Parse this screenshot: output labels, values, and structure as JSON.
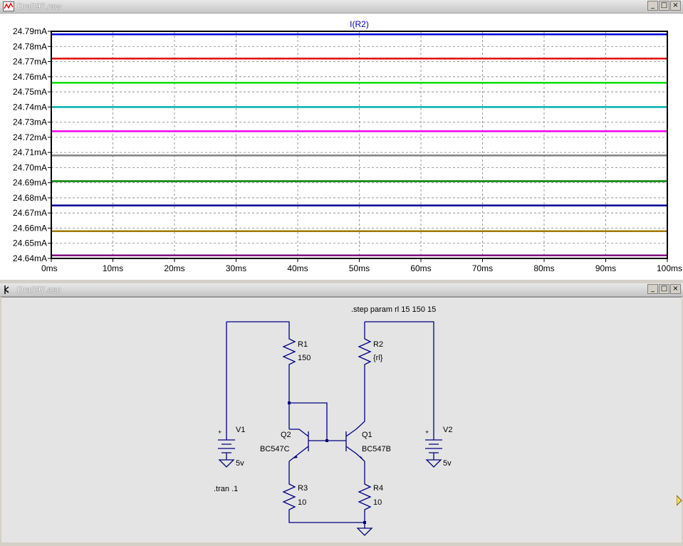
{
  "plot_window": {
    "title": "Draft97.raw",
    "buttons": [
      "_",
      "□",
      "×"
    ],
    "trace_label": "I(R2)"
  },
  "schematic_window": {
    "title": "Draft97.asc",
    "buttons": [
      "_",
      "□",
      "×"
    ],
    "step_directive": ".step param rl 15 150 15",
    "tran_directive": ".tran .1",
    "components": {
      "r1_name": "R1",
      "r1_value": "150",
      "r2_name": "R2",
      "r2_value": "{rl}",
      "r3_name": "R3",
      "r3_value": "10",
      "r4_name": "R4",
      "r4_value": "10",
      "q1_name": "Q1",
      "q1_model": "BC547B",
      "q2_name": "Q2",
      "q2_model": "BC547C",
      "v1_name": "V1",
      "v1_value": "5v",
      "v2_name": "V2",
      "v2_value": "5v",
      "plus": "+"
    }
  },
  "chart_data": {
    "type": "line",
    "title": "I(R2)",
    "title_color": "#0000c0",
    "x_ticks": [
      "0ms",
      "10ms",
      "20ms",
      "30ms",
      "40ms",
      "50ms",
      "60ms",
      "70ms",
      "80ms",
      "90ms",
      "100ms"
    ],
    "y_ticks": [
      "24.79mA",
      "24.78mA",
      "24.77mA",
      "24.76mA",
      "24.75mA",
      "24.74mA",
      "24.73mA",
      "24.72mA",
      "24.71mA",
      "24.70mA",
      "24.69mA",
      "24.68mA",
      "24.67mA",
      "24.66mA",
      "24.65mA",
      "24.64mA"
    ],
    "xlim": [
      0,
      100
    ],
    "ylim": [
      24.64,
      24.79
    ],
    "grid": true,
    "series": [
      {
        "values": [
          24.788,
          24.788
        ],
        "color": "#0000d8"
      },
      {
        "values": [
          24.772,
          24.772
        ],
        "color": "#e00000"
      },
      {
        "values": [
          24.756,
          24.756
        ],
        "color": "#00e000"
      },
      {
        "values": [
          24.74,
          24.74
        ],
        "color": "#00b0b0"
      },
      {
        "values": [
          24.724,
          24.724
        ],
        "color": "#f000f0"
      },
      {
        "values": [
          24.708,
          24.708
        ],
        "color": "#808080"
      },
      {
        "values": [
          24.691,
          24.691
        ],
        "color": "#008000"
      },
      {
        "values": [
          24.675,
          24.675
        ],
        "color": "#000090"
      },
      {
        "values": [
          24.658,
          24.658
        ],
        "color": "#a07800"
      },
      {
        "values": [
          24.642,
          24.642
        ],
        "color": "#800080"
      }
    ],
    "x_values": [
      0,
      100
    ]
  }
}
